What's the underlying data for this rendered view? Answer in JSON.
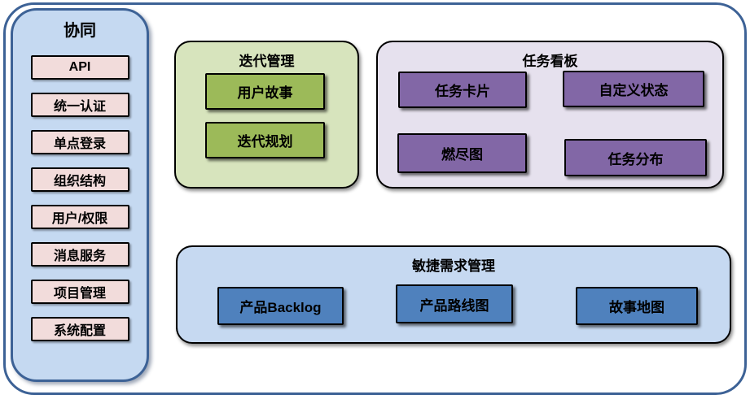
{
  "sidebar": {
    "title": "协同",
    "items": [
      {
        "label": "API"
      },
      {
        "label": "统一认证"
      },
      {
        "label": "单点登录"
      },
      {
        "label": "组织结构"
      },
      {
        "label": "用户/权限"
      },
      {
        "label": "消息服务"
      },
      {
        "label": "项目管理"
      },
      {
        "label": "系统配置"
      }
    ]
  },
  "panels": {
    "iteration": {
      "title": "迭代管理",
      "items": [
        {
          "label": "用户故事"
        },
        {
          "label": "迭代规划"
        }
      ]
    },
    "kanban": {
      "title": "任务看板",
      "items": [
        {
          "label": "任务卡片"
        },
        {
          "label": "自定义状态"
        },
        {
          "label": "燃尽图"
        },
        {
          "label": "任务分布"
        }
      ]
    },
    "requirements": {
      "title": "敏捷需求管理",
      "items": [
        {
          "label": "产品Backlog"
        },
        {
          "label": "产品路线图"
        },
        {
          "label": "故事地图"
        }
      ]
    }
  },
  "colors": {
    "frame_border": "#3d6296",
    "sidebar_bg": "#c5d9f1",
    "sidebar_border": "#3d6296",
    "item_pink_bg": "#f2dcdb",
    "iteration_panel_bg": "#d7e4bd",
    "iteration_item_bg": "#9cba59",
    "kanban_panel_bg": "#e6e1ee",
    "kanban_item_bg": "#8267a6",
    "requirements_panel_bg": "#c6d9f1",
    "requirements_item_bg": "#4f81bd",
    "box_border": "#000000"
  }
}
